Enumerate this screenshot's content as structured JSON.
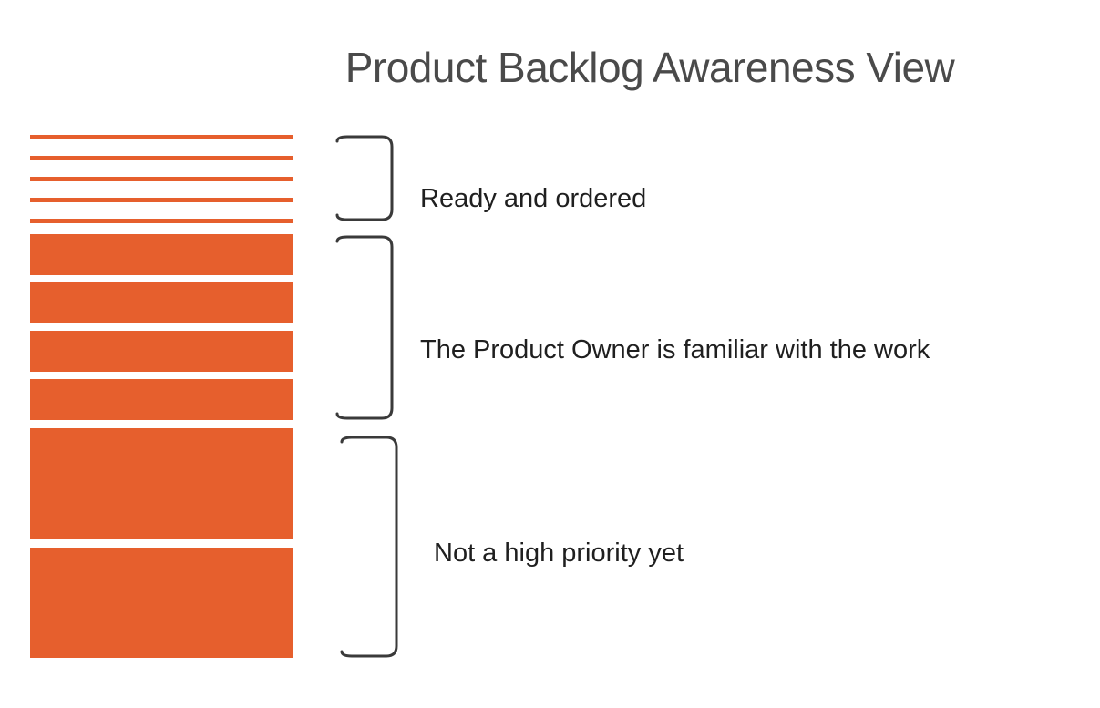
{
  "title": "Product Backlog Awareness View",
  "colors": {
    "bar_orange": "#e65f2d",
    "bracket_gray": "#3a3a3a",
    "title_gray": "#4a4a4a",
    "label_dark": "#1f1f1f"
  },
  "sections": [
    {
      "id": "ready",
      "label": "Ready and ordered",
      "item_count": 5,
      "item_style": "thin-line",
      "meaning": "small refined items at top of backlog"
    },
    {
      "id": "familiar",
      "label": "The Product Owner is familiar with the work",
      "item_count": 4,
      "item_style": "medium-bar",
      "meaning": "medium-sized items in middle of backlog"
    },
    {
      "id": "lowpri",
      "label": "Not a high priority yet",
      "item_count": 2,
      "item_style": "large-block",
      "meaning": "large coarse items at bottom of backlog"
    }
  ]
}
